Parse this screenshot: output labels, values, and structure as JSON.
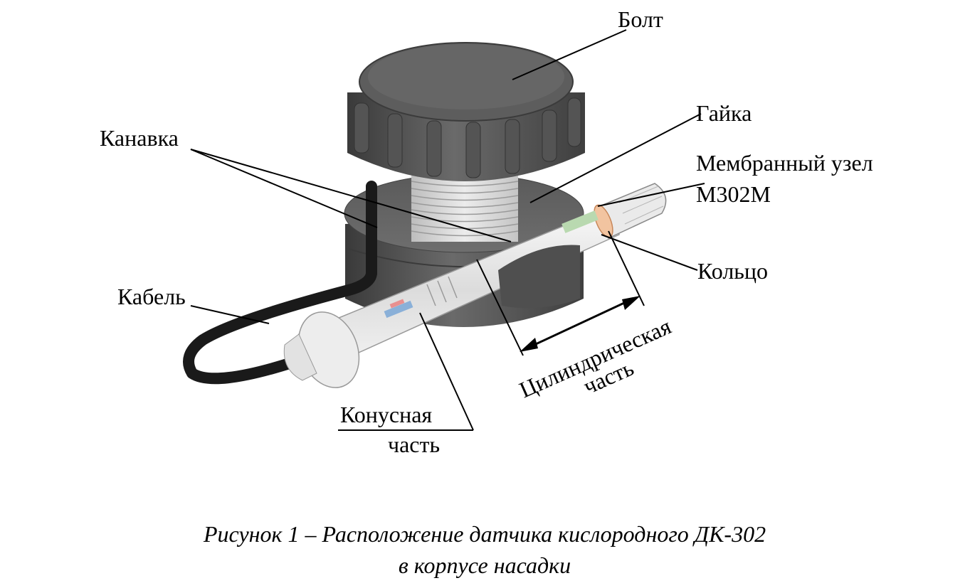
{
  "labels": {
    "bolt": "Болт",
    "nut": "Гайка",
    "groove": "Канавка",
    "membrane_line1": "Мембранный узел",
    "membrane_line2": "М302М",
    "ring": "Кольцо",
    "cable": "Кабель",
    "cylindrical_line1": "Цилиндрическая",
    "cylindrical_line2": "часть",
    "conical_line1": "Конусная",
    "conical_line2": "часть"
  },
  "caption": {
    "line1": "Рисунок 1 – Расположение датчика кислородного ДК-302",
    "line2": "в корпусе насадки"
  },
  "colors": {
    "body_dark": "#4a4a4a",
    "body_mid": "#5e5e5e",
    "body_light": "#7a7a7a",
    "thread": "#d8d8d8",
    "tube": "#e8e8e8",
    "ring": "#f2c4a0",
    "cable": "#1a1a1a"
  }
}
